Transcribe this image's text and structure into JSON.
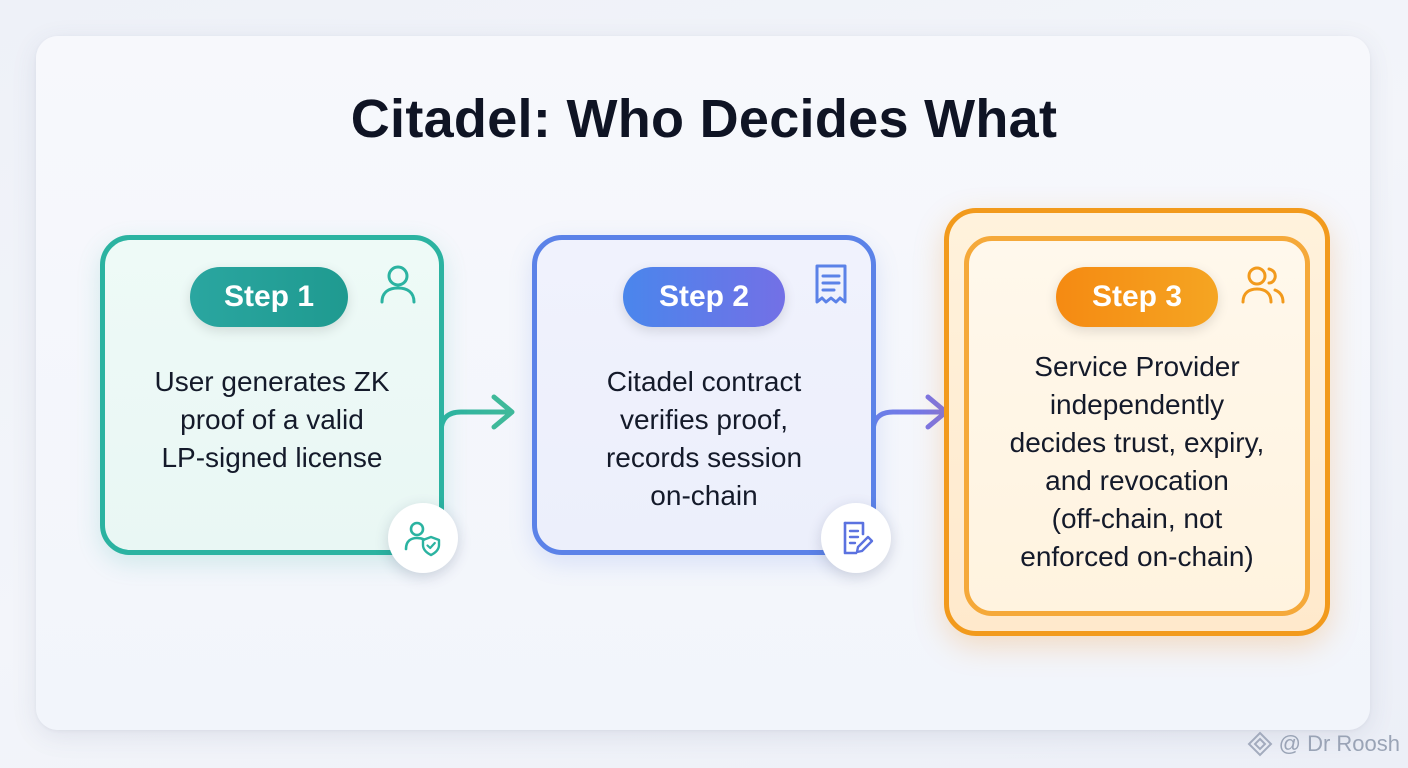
{
  "title": "Citadel: Who Decides What",
  "steps": [
    {
      "label": "Step 1",
      "lines": [
        "User generates ZK",
        "proof of a valid",
        "LP-signed license"
      ]
    },
    {
      "label": "Step 2",
      "lines": [
        "Citadel contract",
        "verifies proof,",
        "records session",
        "on-chain"
      ]
    },
    {
      "label": "Step 3",
      "lines": [
        "Service Provider",
        "independently",
        "decides trust, expiry,",
        "and revocation",
        "(off-chain, not",
        "enforced on-chain)"
      ]
    }
  ],
  "colors": {
    "step1": "#2bb3a1",
    "step2": "#5b82e8",
    "step3": "#f29a1c"
  },
  "icons": {
    "step1_corner": "user-icon",
    "step1_badge": "user-shield-icon",
    "step2_corner": "receipt-icon",
    "step2_badge": "document-edit-icon",
    "step3_corner": "users-icon",
    "watermark": "diamond-logo-icon"
  },
  "watermark": "@ Dr Roosh"
}
